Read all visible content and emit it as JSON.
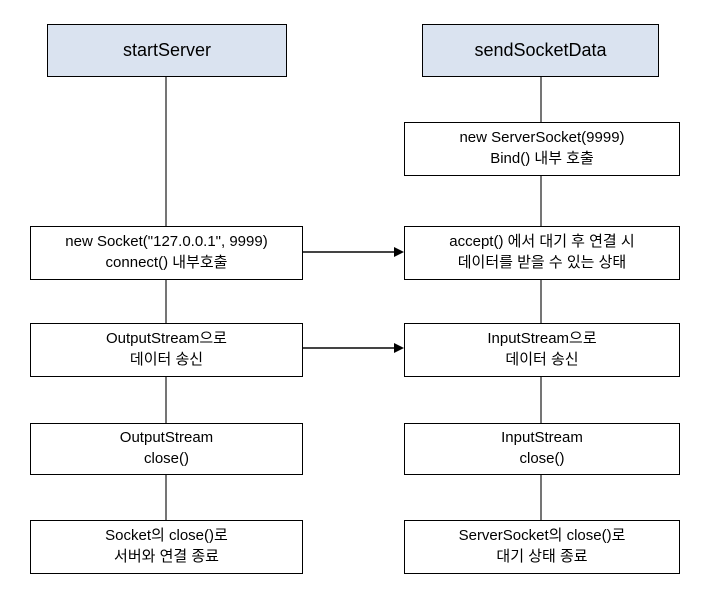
{
  "diagram": {
    "colors": {
      "header_fill": "#dae3f0",
      "box_border": "#000000",
      "connector_gray": "#757575",
      "arrow_color": "#000000"
    },
    "columns": [
      {
        "header": "startServer",
        "boxes": [
          {
            "lines": [
              "new Socket(\"127.0.0.1\", 9999)",
              "connect() 내부호출"
            ]
          },
          {
            "lines": [
              "OutputStream으로",
              "데이터 송신"
            ]
          },
          {
            "lines": [
              "OutputStream",
              "close()"
            ]
          },
          {
            "lines": [
              "Socket의 close()로",
              "서버와 연결 종료"
            ]
          }
        ]
      },
      {
        "header": "sendSocketData",
        "boxes": [
          {
            "lines": [
              "new ServerSocket(9999)",
              "Bind() 내부 호출"
            ]
          },
          {
            "lines": [
              "accept() 에서 대기 후 연결 시",
              "데이터를 받을 수 있는 상태"
            ]
          },
          {
            "lines": [
              "InputStream으로",
              "데이터 송신"
            ]
          },
          {
            "lines": [
              "InputStream",
              "close()"
            ]
          },
          {
            "lines": [
              "ServerSocket의 close()로",
              "대기 상태 종료"
            ]
          }
        ]
      }
    ]
  }
}
